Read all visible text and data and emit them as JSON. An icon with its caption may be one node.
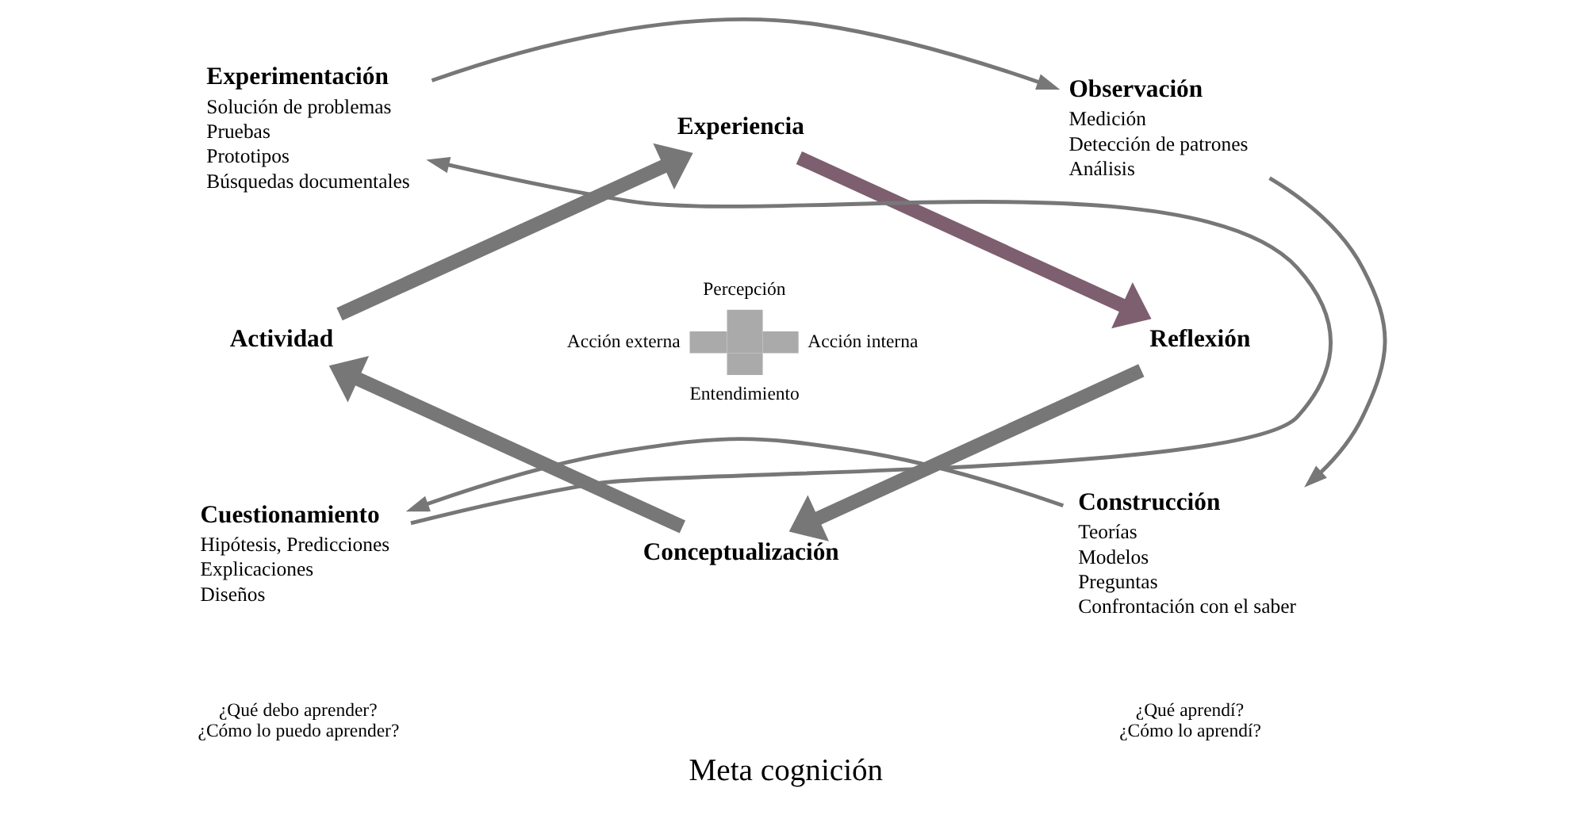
{
  "diagram": {
    "caption": "Meta cognición",
    "nodes": [
      {
        "text": [
          "Experimentación",
          "Solución de problemas",
          "Pruebas",
          "Prototipos",
          "Búsquedas documentales"
        ]
      },
      {
        "text": [
          "Experiencia"
        ]
      },
      {
        "text": [
          "Observación",
          "Medición",
          "Detección de patrones",
          "Análisis"
        ]
      },
      {
        "text": [
          "Actividad"
        ]
      },
      {
        "text": [],
        "shape": "cross",
        "beside": [
          "Percepción",
          "Acción externa",
          "Acción interna",
          "Entendimiento"
        ]
      },
      {
        "text": [
          "Reflexión"
        ]
      },
      {
        "text": [
          "Cuestionamiento",
          "Hipótesis, Predicciones",
          "Explicaciones",
          "Diseños"
        ]
      },
      {
        "text": [
          "Conceptualización"
        ]
      },
      {
        "text": [
          "Construcción",
          "Teorías",
          "Modelos",
          "Preguntas",
          "Confrontación con el saber"
        ]
      }
    ],
    "edges": [
      {
        "from": 3,
        "to": 1,
        "arrow": "to",
        "style": "thick"
      },
      {
        "from": 1,
        "to": 5,
        "arrow": "to",
        "style": "thick",
        "color": "#7d5f70"
      },
      {
        "from": 5,
        "to": 7,
        "arrow": "to",
        "style": "thick"
      },
      {
        "from": 7,
        "to": 3,
        "arrow": "to",
        "style": "thick"
      },
      {
        "from": 0,
        "to": 2,
        "arrow": "to"
      },
      {
        "from": 2,
        "to": 8,
        "arrow": "to"
      },
      {
        "from": 8,
        "to": 6,
        "arrow": "to"
      },
      {
        "from": 6,
        "to": 0,
        "arrow": "to"
      }
    ],
    "labels": [
      "¿Qué debo aprender?",
      "¿Cómo lo puedo aprender?",
      "¿Qué aprendí?",
      "¿Cómo lo aprendí?"
    ]
  }
}
